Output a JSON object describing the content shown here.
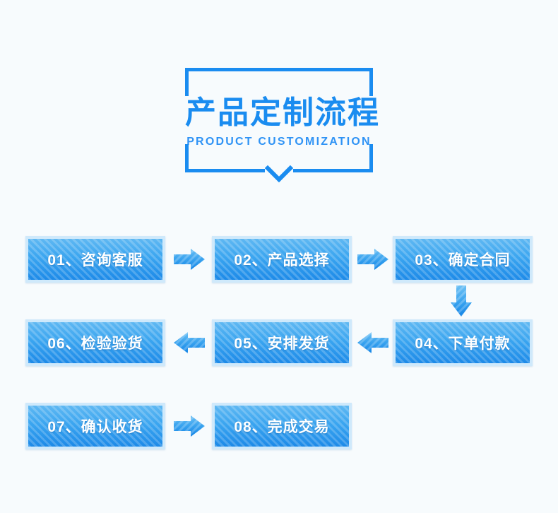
{
  "page": {
    "background_color": "#f7fbfd",
    "accent_color": "#1a8cf0"
  },
  "header": {
    "title_cn": "产品定制流程",
    "title_en": "PRODUCT CUSTOMIZATION",
    "bracket_color": "#1a8cf0",
    "chevron_icon": "chevron-down-icon"
  },
  "flow": {
    "box_border_color": "#cfe9fb",
    "box_fill_top": "#5fb8f2",
    "box_fill_bottom": "#1d8ae8",
    "arrow_color": "#2f9cf0",
    "steps": [
      {
        "id": "01",
        "label": "01、咨询客服"
      },
      {
        "id": "02",
        "label": "02、产品选择"
      },
      {
        "id": "03",
        "label": "03、确定合同"
      },
      {
        "id": "04",
        "label": "04、下单付款"
      },
      {
        "id": "05",
        "label": "05、安排发货"
      },
      {
        "id": "06",
        "label": "06、检验验货"
      },
      {
        "id": "07",
        "label": "07、确认收货"
      },
      {
        "id": "08",
        "label": "08、完成交易"
      }
    ],
    "arrows": [
      {
        "name": "arrow-right-01-02",
        "direction": "right"
      },
      {
        "name": "arrow-right-02-03",
        "direction": "right"
      },
      {
        "name": "arrow-down-03-04",
        "direction": "down"
      },
      {
        "name": "arrow-left-04-05",
        "direction": "left"
      },
      {
        "name": "arrow-left-05-06",
        "direction": "left"
      },
      {
        "name": "arrow-right-07-08",
        "direction": "right"
      }
    ]
  }
}
